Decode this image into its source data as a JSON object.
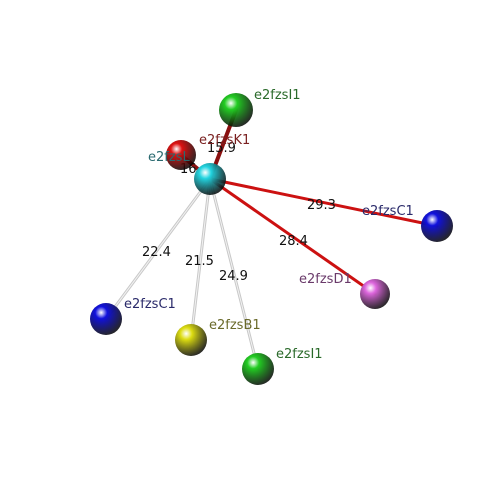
{
  "colors": {
    "background": "#ffffff",
    "red_bond": "#cc1111",
    "dark_red_bond": "#8a1010",
    "gray_bond": "#c8c8c8"
  },
  "atoms": [
    {
      "id": "center",
      "label": "e2fzsL",
      "color": "#22d4e0",
      "label_color": "#2a6a70"
    },
    {
      "id": "top_green",
      "label": "e2fzsI1",
      "color": "#22cc22",
      "label_color": "#2a6a2a"
    },
    {
      "id": "red",
      "label": "e2fzsK1",
      "color": "#dd1111",
      "label_color": "#7a2020"
    },
    {
      "id": "right_blue",
      "label": "e2fzsC1",
      "color": "#1111dd",
      "label_color": "#2a2a6a"
    },
    {
      "id": "pink",
      "label": "e2fzsD1",
      "color": "#dd66dd",
      "label_color": "#6a3a6a"
    },
    {
      "id": "left_blue",
      "label": "e2fzsC1",
      "color": "#1111dd",
      "label_color": "#2a2a6a"
    },
    {
      "id": "yellow",
      "label": "e2fzsB1",
      "color": "#dddd11",
      "label_color": "#6a6a2a"
    },
    {
      "id": "bottom_green",
      "label": "e2fzsI1",
      "color": "#22cc22",
      "label_color": "#2a6a2a"
    }
  ],
  "bonds": [
    {
      "from": "center",
      "to": "top_green",
      "label": "15.9",
      "style": "dark_red"
    },
    {
      "from": "center",
      "to": "red",
      "label": "16.",
      "style": "dark_red"
    },
    {
      "from": "center",
      "to": "right_blue",
      "label": "29.3",
      "style": "red"
    },
    {
      "from": "center",
      "to": "pink",
      "label": "28.4",
      "style": "red"
    },
    {
      "from": "center",
      "to": "left_blue",
      "label": "22.4",
      "style": "gray"
    },
    {
      "from": "center",
      "to": "yellow",
      "label": "21.5",
      "style": "gray"
    },
    {
      "from": "center",
      "to": "bottom_green",
      "label": "24.9",
      "style": "gray"
    }
  ]
}
